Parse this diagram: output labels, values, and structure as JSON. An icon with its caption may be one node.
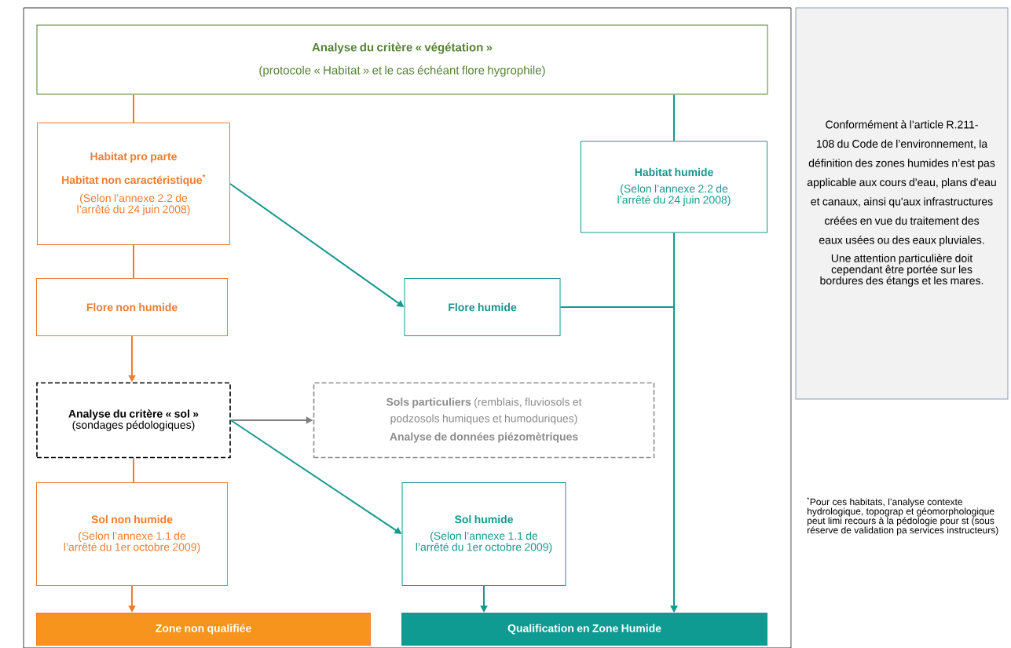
{
  "diagram": {
    "nodes": [
      {
        "text": [
          "Analyse du critère « végétation »",
          "(protocole « Habitat » et le cas échéant flore hygrophile)"
        ]
      },
      {
        "text": [
          "Habitat pro parte",
          "Habitat non caractéristique$^{*}$",
          "(Selon l’annexe 2.2 de l’arrêté du 24 juin 2008)"
        ]
      },
      {
        "text": [
          "Habitat humide",
          "(Selon l’annexe 2.2 de l’arrêté du 24 juin 2008)"
        ]
      },
      {
        "text": [
          "Flore  non humide"
        ]
      },
      {
        "text": [
          "Flore humide"
        ]
      },
      {
        "text": [
          "**Analyse du critère « sol »** (sondages pédologiques)"
        ]
      },
      {
        "text": [
          "**Sols particuliers** (remblais, fluviosols et podzosols humiques et humoduriques)",
          "Analyse de données piézomètriques"
        ]
      },
      {
        "text": [
          "Sol non humide",
          "(Selon l’annexe 1.1 de l’arrêté du 1er octobre 2009)"
        ]
      },
      {
        "text": [
          "Sol humide",
          "(Selon l’annexe 1.1 de l’arrêté du 1er octobre 2009)"
        ]
      },
      {
        "text": [
          "Zone non qualifiée"
        ]
      },
      {
        "text": [
          "Qualification en Zone Humide"
        ]
      },
      {
        "text": [
          "Conformément à l’article R.211-108 du Code de l’environnement, la définition des zones humides n’est pas applicable aux cours d'eau, plans d'eau et canaux, ainsi qu'aux infrastructures créées en vue du traitement des eaux usées ou des eaux pluviales.",
          "Une attention particulière doit cependant être portée sur les bordures des étangs et les mares."
        ]
      }
    ],
    "edges": [
      {
        "from": 0,
        "to": 1,
        "arrow": "none",
        "color": "#ed7d31"
      },
      {
        "from": 0,
        "to": 2,
        "arrow": "none"
      },
      {
        "from": 1,
        "to": 3,
        "arrow": "none",
        "color": "#ed7d31"
      },
      {
        "from": 1,
        "to": 4,
        "arrow": "to"
      },
      {
        "from": 2,
        "to": 10,
        "arrow": "to"
      },
      {
        "from": 4,
        "to": 10,
        "arrow": "to"
      },
      {
        "from": 3,
        "to": 5,
        "arrow": "to",
        "color": "#ed7d31"
      },
      {
        "from": 5,
        "to": 6,
        "arrow": "to",
        "color": "#808080"
      },
      {
        "from": 5,
        "to": 8,
        "arrow": "to"
      },
      {
        "from": 5,
        "to": 7,
        "arrow": "none",
        "color": "#ed7d31"
      },
      {
        "from": 7,
        "to": 9,
        "arrow": "to",
        "color": "#ed7d31"
      },
      {
        "from": 8,
        "to": 10,
        "arrow": "to"
      }
    ],
    "labels": [
      "$^{*}$Pour ces habitats, l’analyse contexte hydrologique, topograp et géomorphologique peut limi recours à la pédologie pour st (sous réserve de validation pa services instructeurs)"
    ]
  }
}
